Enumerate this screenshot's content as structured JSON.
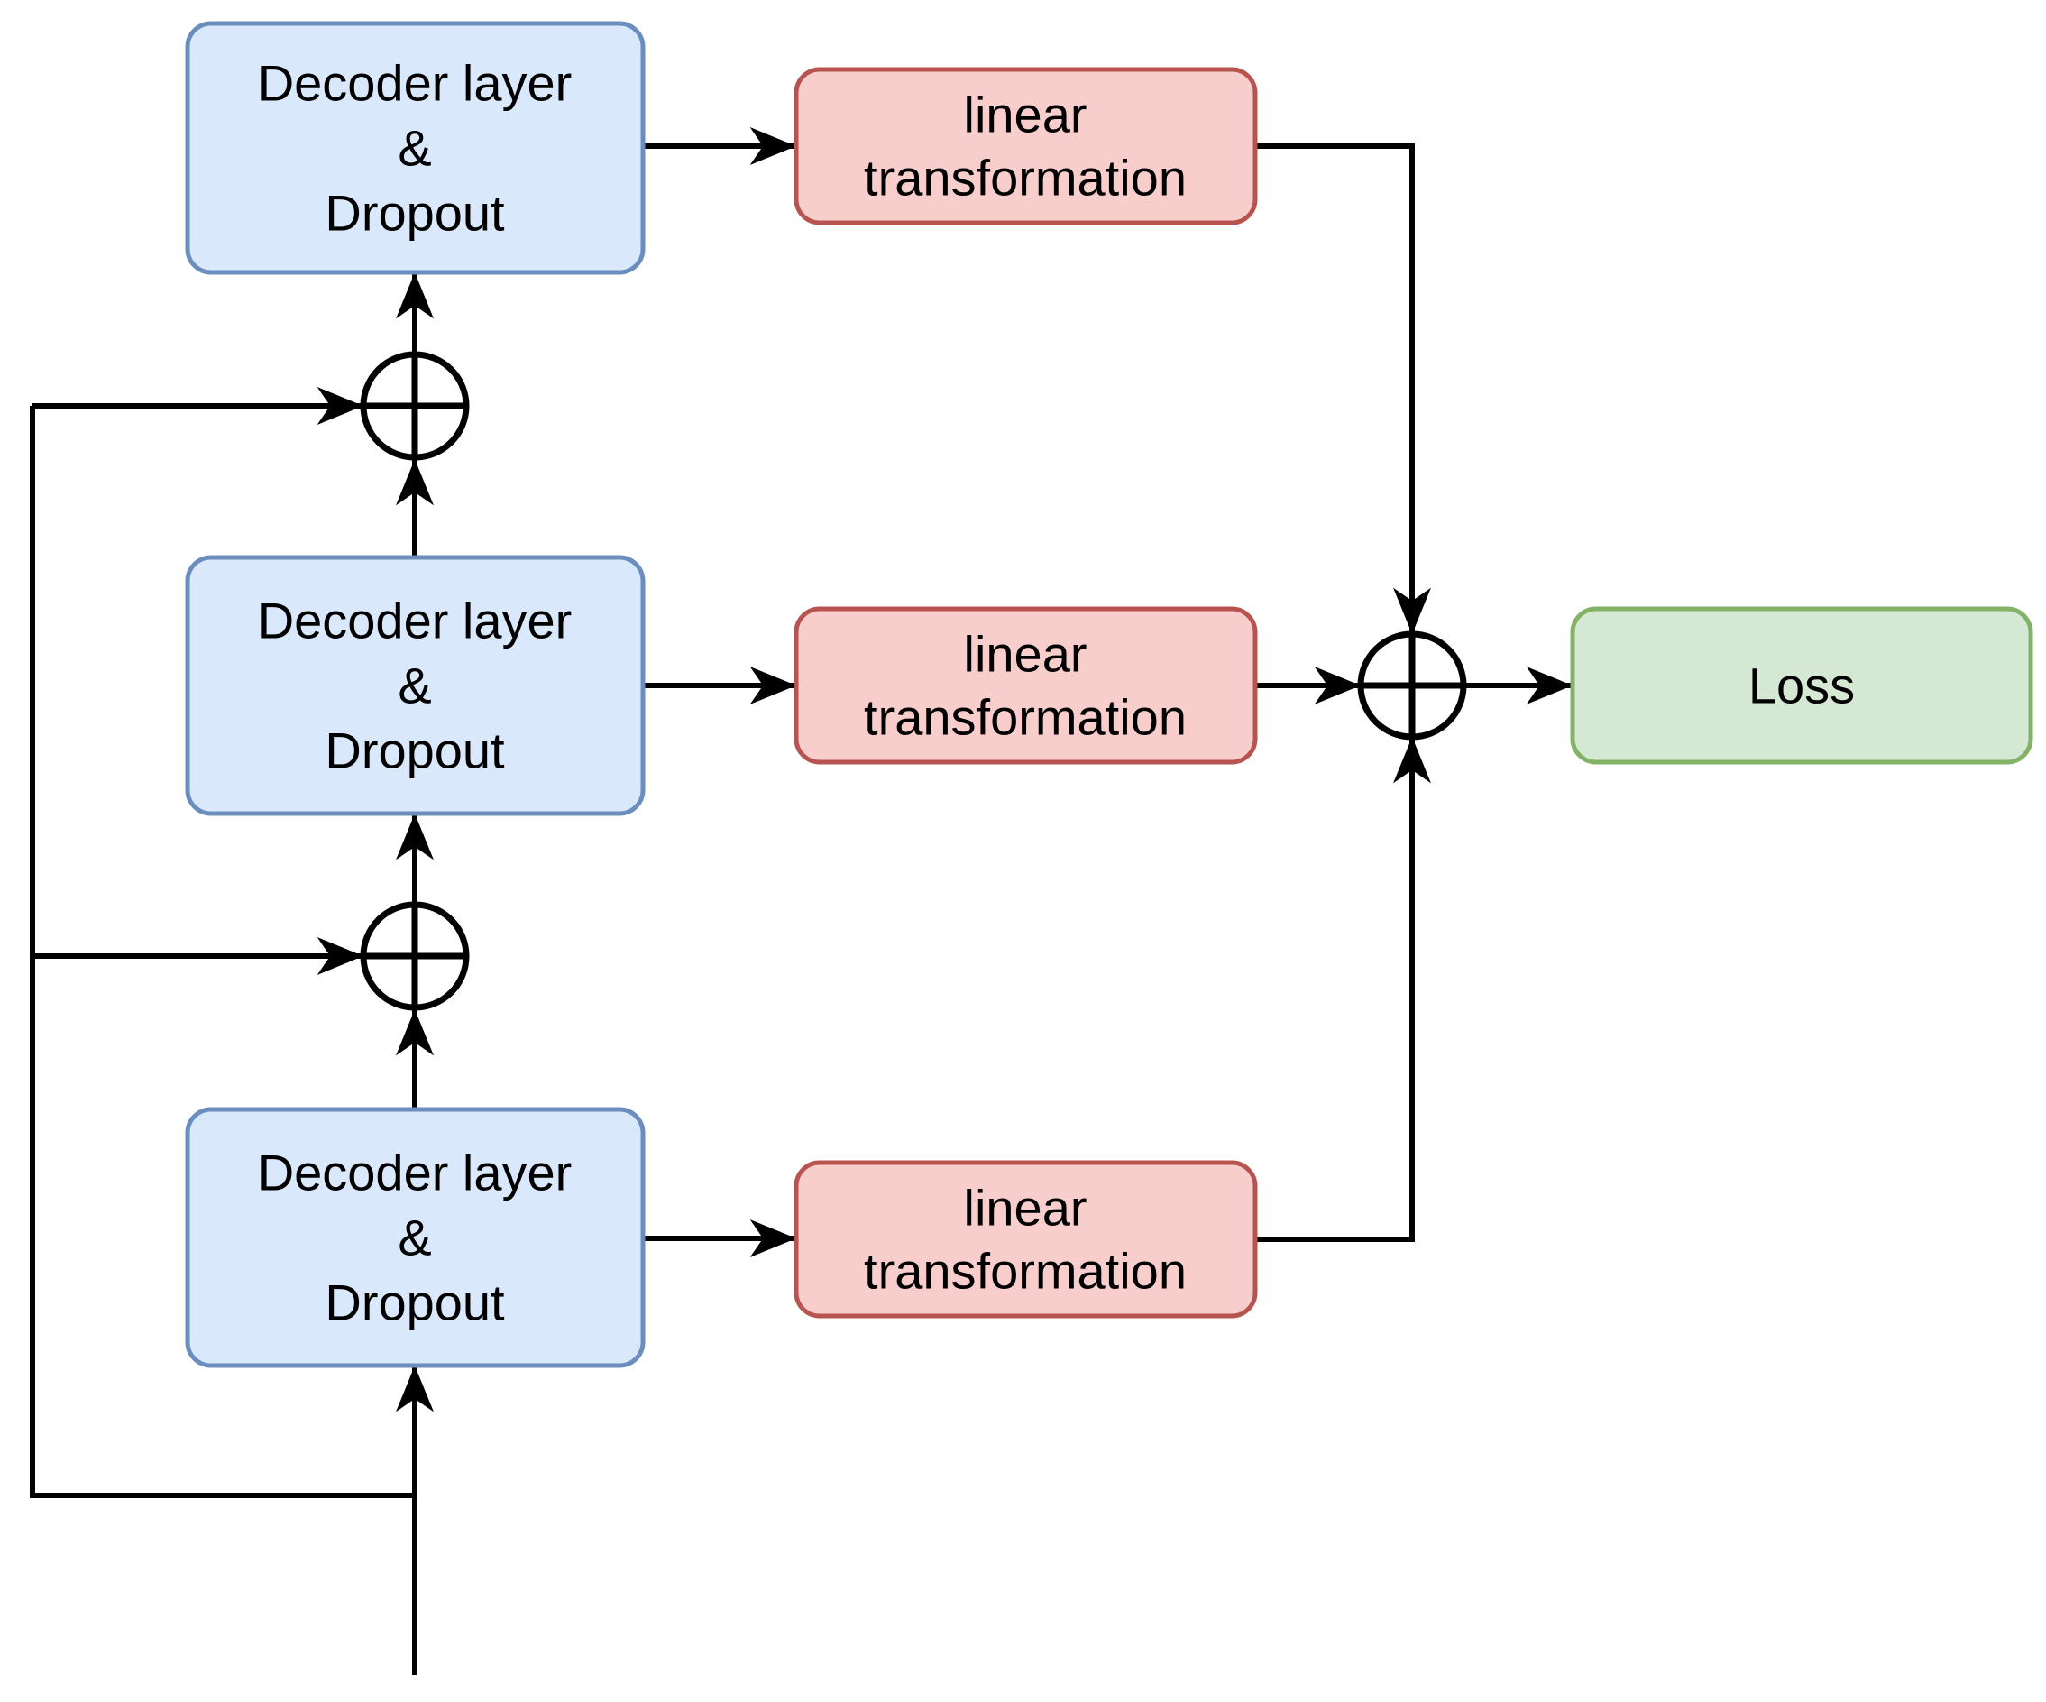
{
  "diagram": {
    "title": "decoder-ensemble-loss-flow",
    "colors": {
      "background": "#ffffff",
      "decoder_fill": "#dae8fc",
      "decoder_stroke": "#6c8ebf",
      "linear_fill": "#f8cecc",
      "linear_stroke": "#b85450",
      "loss_fill": "#d5e8d4",
      "loss_stroke": "#82b366",
      "line": "#000000",
      "text": "#000000"
    },
    "icons": {
      "sum_junction": "circle-plus"
    },
    "nodes": {
      "decoder_layers": [
        {
          "lines": [
            "Decoder layer",
            "&",
            "Dropout"
          ]
        },
        {
          "lines": [
            "Decoder layer",
            "&",
            "Dropout"
          ]
        },
        {
          "lines": [
            "Decoder layer",
            "&",
            "Dropout"
          ]
        }
      ],
      "linear_transformations": [
        {
          "lines": [
            "linear",
            "transformation"
          ]
        },
        {
          "lines": [
            "linear",
            "transformation"
          ]
        },
        {
          "lines": [
            "linear",
            "transformation"
          ]
        }
      ],
      "loss": {
        "label": "Loss"
      },
      "sum_junctions": [
        {
          "icon": "circle-plus"
        },
        {
          "icon": "circle-plus"
        },
        {
          "icon": "circle-plus"
        }
      ]
    }
  }
}
